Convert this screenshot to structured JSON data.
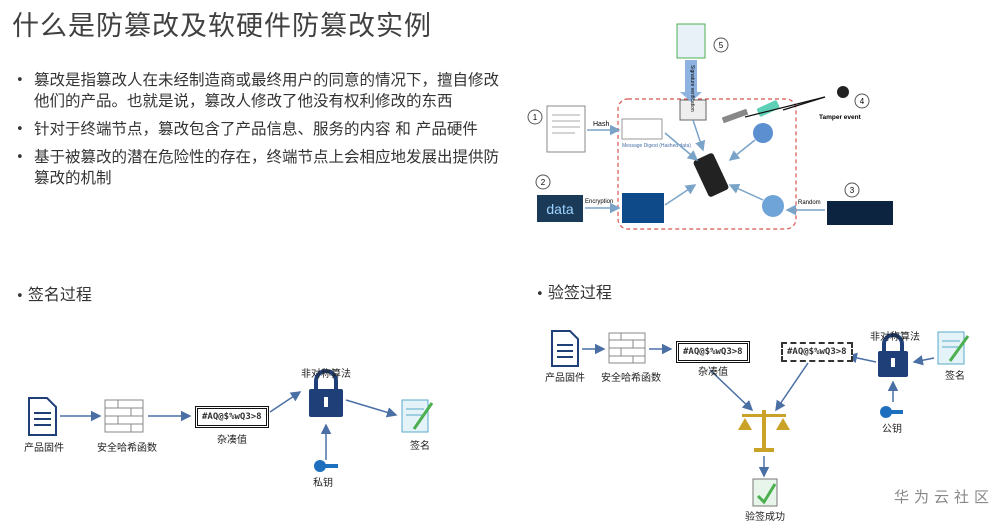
{
  "title": "什么是防篡改及软硬件防篡改实例",
  "bullets": [
    "篡改是指篡改人在未经制造商或最终用户的同意的情况下，擅自修改他们的产品。也就是说，篡改人修改了他没有权利修改的东西",
    "针对于终端节点，篡改包含了产品信息、服务的内容 和 产品硬件",
    "基于被篡改的潜在危险性的存在，终端节点上会相应地发展出提供防篡改的机制"
  ],
  "diagram_top": {
    "hash": "Hash",
    "encryption": "Encryption",
    "random": "Random",
    "tamper_event": "Tamper event",
    "signature": "Signature verification",
    "message_digest": "Message Digest (Hashed data)",
    "data_word": "data",
    "num1": "1",
    "num2": "2",
    "num3": "3",
    "num4": "4",
    "num5": "5"
  },
  "sign": {
    "heading": "签名过程",
    "firmware": "产品固件",
    "hash_fn": "安全哈希函数",
    "hash_value": "#AQ@$%wQ3>8",
    "digest": "杂凑值",
    "algo": "非对称算法",
    "private_key": "私钥",
    "signature": "签名"
  },
  "verify": {
    "heading": "验签过程",
    "firmware": "产品固件",
    "hash_fn": "安全哈希函数",
    "hash_value": "#AQ@$%wQ3>8",
    "digest": "杂凑值",
    "hash_value2": "#AQ@$%wQ3>8",
    "algo": "非对称算法",
    "signature": "签名",
    "public_key": "公钥",
    "success": "验签成功"
  },
  "footer": "华为云社区"
}
